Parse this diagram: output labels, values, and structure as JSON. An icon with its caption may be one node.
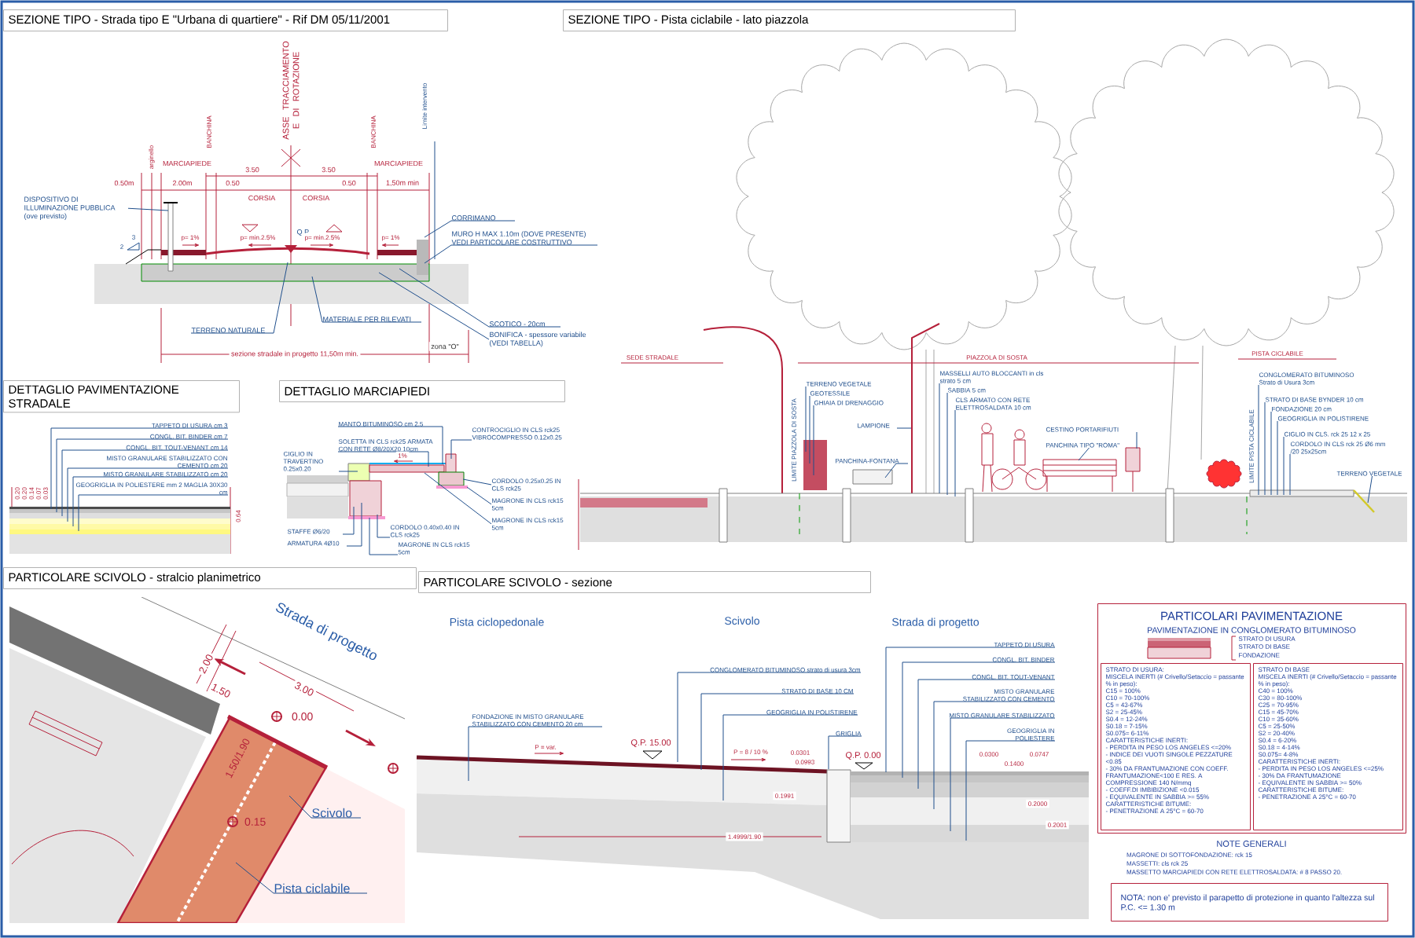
{
  "diagram": {
    "nodes": [
      {
        "text": [
          "SEZIONE TIPO - Strada tipo E \"Urbana di quartiere\" - Rif DM 05/11/2001"
        ]
      },
      {
        "text": [],
        "shape": "picture"
      },
      {
        "text": [
          "DISPOSITIVO DI ILLUMINAZIONE PUBBLICA",
          "(ove previsto)"
        ]
      },
      {
        "text": [
          "CORRIMANO"
        ]
      },
      {
        "text": [
          "MURO H MAX 1.10m (DOVE PRESENTE) VEDI PARTICOLARE COSTRUTTIVO"
        ]
      },
      {
        "text": [
          "TERRENO NATURALE"
        ]
      },
      {
        "text": [
          "MATERIALE PER RILEVATI"
        ]
      },
      {
        "text": [
          "SCOTICO - 20cm"
        ]
      },
      {
        "text": [
          "BONIFICA - spessore variabile",
          "(VEDI TABELLA)"
        ]
      },
      {
        "text": [
          "DETTAGLIO PAVIMENTAZIONE STRADALE"
        ]
      },
      {
        "text": [],
        "shape": "picture"
      },
      {
        "text": [
          "TAPPETO DI USURA cm 3"
        ]
      },
      {
        "text": [
          "CONGL. BIT. BINDER cm 7"
        ]
      },
      {
        "text": [
          "CONGL. BIT. TOUT-VENANT cm 14"
        ]
      },
      {
        "text": [
          "MISTO GRANULARE STABILIZZATO CON CEMENTO cm 20"
        ]
      },
      {
        "text": [
          "MISTO GRANULARE STABILIZZATO cm 20"
        ]
      },
      {
        "text": [
          "GEOGRIGLIA IN POLIESTERE mm 2 MAGLIA 30X30 cm"
        ]
      },
      {
        "text": [
          "DETTAGLIO MARCIAPIEDI"
        ]
      },
      {
        "text": [],
        "shape": "picture"
      },
      {
        "text": [
          "MANTO BITUMINOSO cm 2.5"
        ]
      },
      {
        "text": [
          "SOLETTA IN CLS rck25 ARMATA CON RETE Ø8/20X20 10cm"
        ]
      },
      {
        "text": [
          "CIGLIO IN TRAVERTINO 0.25x0.20"
        ]
      },
      {
        "text": [
          "CONTROCIGLIO IN CLS rck25 VIBROCOMPRESSO 0.12x0.25"
        ]
      },
      {
        "text": [
          "MAGRONE IN CLS rck15 5cm"
        ]
      },
      {
        "text": [
          "CORDOLO 0.25x0.25 IN CLS rck25"
        ]
      },
      {
        "text": [
          "MAGRONE IN CLS rck15 5cm"
        ]
      },
      {
        "text": [
          "CORDOLO 0.40x0.40 IN CLS rck25"
        ]
      },
      {
        "text": [
          "MAGRONE IN CLS rck15 5cm"
        ]
      },
      {
        "text": [
          "STAFFE Ø6/20"
        ]
      },
      {
        "text": [
          "ARMATURA 4Ø10"
        ]
      },
      {
        "text": [
          "SEZIONE TIPO - Pista ciclabile - lato piazzola"
        ]
      },
      {
        "text": [],
        "shape": "picture"
      },
      {
        "text": [
          "LAMPIONE"
        ],
        "in": 31
      },
      {
        "text": [
          "MASSELLI AUTO BLOCCANTI in cls strato 5 cm"
        ],
        "in": 31
      },
      {
        "text": [
          "SABBIA 5 cm"
        ],
        "in": 31
      },
      {
        "text": [
          "CLS ARMATO CON RETE ELETTROSALDATA 10 cm"
        ],
        "in": 31
      },
      {
        "text": [
          "TERRENO VEGETALE"
        ],
        "in": 31
      },
      {
        "text": [
          "GEOTESSILE"
        ],
        "in": 31
      },
      {
        "text": [
          "GHIAIA DI DRENAGGIO"
        ],
        "in": 31
      },
      {
        "text": [
          "PANCHINA-FONTANA"
        ],
        "in": 31
      },
      {
        "text": [
          "PANCHINA TIPO \"ROMA\""
        ],
        "in": 31
      },
      {
        "text": [
          "CESTINO PORTARIFIUTI"
        ],
        "in": 31
      },
      {
        "text": [
          "CONGLOMERATO BITUMINOSO Strato di Usura 3cm"
        ],
        "in": 31
      },
      {
        "text": [
          "STRATO DI BASE BYNDER 10 cm"
        ],
        "in": 31
      },
      {
        "text": [
          "FONDAZIONE 20 cm"
        ],
        "in": 31
      },
      {
        "text": [
          "GEOGRIGLIA IN POLISTIRENE"
        ],
        "in": 31
      },
      {
        "text": [
          "CIGLIO IN CLS. rck 25 12 x 25"
        ],
        "in": 31
      },
      {
        "text": [
          "CORDOLO IN CLS rck 25 Ø6 mm /20 25x25cm"
        ],
        "in": 31
      },
      {
        "text": [
          "TERRENO VEGETALE"
        ],
        "in": 31
      },
      {
        "text": [
          "PARTICOLARE SCIVOLO - stralcio planimetrico"
        ]
      },
      {
        "text": [],
        "shape": "picture"
      },
      {
        "text": [
          "Scivolo"
        ],
        "in": 50
      },
      {
        "text": [
          "Pista ciclabile"
        ],
        "in": 50
      },
      {
        "text": [
          "PARTICOLARE SCIVOLO - sezione"
        ]
      },
      {
        "text": [],
        "shape": "picture"
      },
      {
        "text": [
          "FONDAZIONE IN MISTO GRANULARE STABILIZZATO CON CEMENTO 20 cm"
        ]
      },
      {
        "text": [
          "CONGLOMERATO BITUMINOSO strato di usura 3cm"
        ]
      },
      {
        "text": [
          "STRATO DI BASE 10 CM"
        ]
      },
      {
        "text": [
          "GEOGRIGLIA IN POLISTIRENE"
        ]
      },
      {
        "text": [
          "GRIGLIA"
        ]
      },
      {
        "text": [
          "TAPPETO DI USURA"
        ]
      },
      {
        "text": [
          "CONGL. BIT. BINDER"
        ]
      },
      {
        "text": [
          "CONGL. BIT. TOUT-VENANT"
        ]
      },
      {
        "text": [
          "MISTO GRANULARE STABILIZZATO CON CEMENTO"
        ]
      },
      {
        "text": [
          "MISTO GRANULARE STABILIZZATO"
        ]
      },
      {
        "text": [
          "GEOGRIGLIA IN POLIESTERE"
        ]
      },
      {
        "text": [
          "PARTICOLARI PAVIMENTAZIONE",
          "PAVIMENTAZIONE IN CONGLOMERATO BITUMINOSO"
        ]
      },
      {
        "text": [
          "STRATO DI USURA:",
          "MISCELA INERTI (# Crivello/Setaccio = passante % in peso):",
          "C15 = 100%",
          "C10 = 70-100%",
          "C5 = 43-67%",
          "S2 = 25-45%",
          "S0.4 = 12-24%",
          "S0.18 = 7-15%",
          "S0.075= 6-11%",
          "CARATTERISTICHE INERTI:",
          "- PERDITA IN PESO LOS ANGELES <=20%",
          "- INDICE DEI VUOTI SINGOLE PEZZATURE <0.85",
          "- 30% DA FRANTUMAZIONE CON COEFF. FRANTUMAZIONE<100 E RES. A COMPRESSIONE 140 N/mmq",
          "- COEFF.DI IMBIBIZIONE <0.015",
          "- EQUIVALENTE IN SABBIA >= 55%",
          "CARATTERISTICHE BITUME:",
          "- PENETRAZIONE A 25°C = 60-70"
        ],
        "in": 66
      },
      {
        "text": [
          "STRATO DI BASE",
          "MISCELA INERTI (# Crivello/Setaccio = passante % in peso):",
          "C40 = 100%",
          "C30 = 80-100%",
          "C25 = 70-95%",
          "C15 = 45-70%",
          "C10 = 35-60%",
          "C5 = 25-50%",
          "S2 = 20-40%",
          "S0.4 = 6-20%",
          "S0.18 = 4-14%",
          "S0.075= 4-8%",
          "CARATTERISTICHE INERTI:",
          "- PERDITA IN PESO LOS ANGELES <=25%",
          "- 30% DA FRANTUMAZIONE",
          "- EQUIVALENTE IN SABBIA >= 50%",
          "CARATTERISTICHE BITUME:",
          "- PENETRAZIONE A 25°C = 60-70"
        ],
        "in": 66
      },
      {
        "text": [
          "NOTA: non e' previsto il parapetto di protezione in quanto l'altezza sul P.C. <= 1.30 m"
        ]
      }
    ],
    "edges": [
      {
        "from": 2,
        "to": 1,
        "arrow": "none"
      },
      {
        "from": 3,
        "to": 1,
        "arrow": "none"
      },
      {
        "from": 4,
        "to": 1,
        "arrow": "none"
      },
      {
        "from": 5,
        "to": 1,
        "arrow": "none"
      },
      {
        "from": 6,
        "to": 1,
        "arrow": "none"
      },
      {
        "from": 7,
        "to": 1,
        "arrow": "none"
      },
      {
        "from": 8,
        "to": 1,
        "arrow": "none"
      },
      {
        "from": 11,
        "to": 10,
        "arrow": "none"
      },
      {
        "from": 12,
        "to": 10,
        "arrow": "none"
      },
      {
        "from": 13,
        "to": 10,
        "arrow": "none"
      },
      {
        "from": 14,
        "to": 10,
        "arrow": "none"
      },
      {
        "from": 15,
        "to": 10,
        "arrow": "none"
      },
      {
        "from": 16,
        "to": 10,
        "arrow": "none"
      },
      {
        "from": 19,
        "to": 18,
        "arrow": "none"
      },
      {
        "from": 20,
        "to": 18,
        "arrow": "none"
      },
      {
        "from": 21,
        "to": 18,
        "arrow": "none"
      },
      {
        "from": 22,
        "to": 18,
        "arrow": "none"
      },
      {
        "from": 23,
        "to": 18,
        "arrow": "none"
      },
      {
        "from": 24,
        "to": 18,
        "arrow": "none"
      },
      {
        "from": 25,
        "to": 18,
        "arrow": "none"
      },
      {
        "from": 26,
        "to": 18,
        "arrow": "none"
      },
      {
        "from": 27,
        "to": 18,
        "arrow": "none"
      },
      {
        "from": 28,
        "to": 18,
        "arrow": "none"
      },
      {
        "from": 29,
        "to": 18,
        "arrow": "none"
      },
      {
        "from": 32,
        "to": 31,
        "arrow": "none"
      },
      {
        "from": 33,
        "to": 31,
        "arrow": "none"
      },
      {
        "from": 34,
        "to": 31,
        "arrow": "none"
      },
      {
        "from": 35,
        "to": 31,
        "arrow": "none"
      },
      {
        "from": 36,
        "to": 31,
        "arrow": "none"
      },
      {
        "from": 37,
        "to": 31,
        "arrow": "none"
      },
      {
        "from": 38,
        "to": 31,
        "arrow": "none"
      },
      {
        "from": 39,
        "to": 31,
        "arrow": "none"
      },
      {
        "from": 40,
        "to": 31,
        "arrow": "none"
      },
      {
        "from": 41,
        "to": 31,
        "arrow": "none"
      },
      {
        "from": 42,
        "to": 31,
        "arrow": "none"
      },
      {
        "from": 43,
        "to": 31,
        "arrow": "none"
      },
      {
        "from": 44,
        "to": 31,
        "arrow": "none"
      },
      {
        "from": 45,
        "to": 31,
        "arrow": "none"
      },
      {
        "from": 46,
        "to": 31,
        "arrow": "none"
      },
      {
        "from": 47,
        "to": 31,
        "arrow": "none"
      },
      {
        "from": 48,
        "to": 31,
        "arrow": "none"
      },
      {
        "from": 51,
        "to": 50,
        "arrow": "none"
      },
      {
        "from": 52,
        "to": 50,
        "arrow": "none"
      },
      {
        "from": 55,
        "to": 54,
        "arrow": "none"
      },
      {
        "from": 56,
        "to": 54,
        "arrow": "none"
      },
      {
        "from": 57,
        "to": 54,
        "arrow": "none"
      },
      {
        "from": 58,
        "to": 54,
        "arrow": "none"
      },
      {
        "from": 59,
        "to": 54,
        "arrow": "none"
      },
      {
        "from": 60,
        "to": 54,
        "arrow": "none"
      },
      {
        "from": 61,
        "to": 54,
        "arrow": "none"
      },
      {
        "from": 62,
        "to": 54,
        "arrow": "none"
      },
      {
        "from": 63,
        "to": 54,
        "arrow": "none"
      },
      {
        "from": 64,
        "to": 54,
        "arrow": "none"
      },
      {
        "from": 65,
        "to": 54,
        "arrow": "none"
      }
    ],
    "labels": [
      "arginello",
      "MARCIAPIEDE",
      "BANCHINA",
      "ASSE TRACCIAMENTO E DI ROTAZIONE",
      "BANCHINA",
      "Limite intervento",
      "MARCIAPIEDE",
      "3.50",
      "3.50",
      "0.50m",
      "2.00m",
      "0.50",
      "0.50",
      "1,50m min",
      "CORSIA",
      "CORSIA",
      "Q.P.",
      "3",
      "2",
      "p= 1%",
      "p= min.2.5%",
      "p= min.2.5%",
      "p= 1%",
      "zona \"O\"",
      "sezione stradale in progetto 11,50m min.",
      "0.20",
      "0.20",
      "0.14",
      "0.07",
      "0.03",
      "0.64",
      "1%",
      "SEDE STRADALE",
      "PIAZZOLA DI SOSTA",
      "PISTA CICLABILE",
      "LIMITE PIAZZOLA DI SOSTA",
      "LIMITE PISTA CICLABILE",
      "Strada di progetto",
      "2.00",
      "1.50",
      "3.00",
      "0.00",
      "1.50/1.90",
      "0.15",
      "Pista ciclopedonale",
      "Scivolo",
      "Strada di progetto",
      "P = var.",
      "Q.P. 15.00",
      "P = 8 / 10 %",
      "0.0301",
      "0.0993",
      "Q.P. 0.00",
      "0.0300",
      "0.1400",
      "0.0747",
      "0.1991",
      "0.2000",
      "0.2001",
      "1.4999/1.90",
      "NOTE GENERALI",
      "MAGRONE DI SOTTOFONDAZIONE: rck 15",
      "MASSETTI: cls rck 25",
      "MASSETTO MARCIAPIEDI CON RETE ELETTROSALDATA: # 8 PASSO 20."
    ],
    "legend": [
      {
        "text": "STRATO DI USURA"
      },
      {
        "text": "STRATO DI BASE"
      },
      {
        "text": "FONDAZIONE"
      }
    ]
  }
}
